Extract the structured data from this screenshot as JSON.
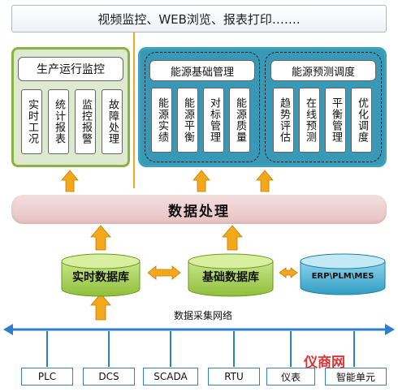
{
  "banner": {
    "text": "视频监控、WEB浏览、报表打印……."
  },
  "production": {
    "title": "生产运行监控",
    "items": [
      "实时工况",
      "统计报表",
      "监控报警",
      "故障处理"
    ]
  },
  "energy_base": {
    "title": "能源基础管理",
    "items": [
      "能源实绩",
      "能源平衡",
      "对标管理",
      "能源质量"
    ]
  },
  "energy_forecast": {
    "title": "能源预测调度",
    "items": [
      "趋势评估",
      "在线预测",
      "平衡管理",
      "优化调度"
    ]
  },
  "processing": {
    "label": "数据处理"
  },
  "databases": {
    "realtime": "实时数据库",
    "base": "基础数据库",
    "external": "ERP\\PLM\\MES"
  },
  "network": {
    "label": "数据采集网络"
  },
  "sources": [
    "PLC",
    "DCS",
    "SCADA",
    "RTU",
    "仪表",
    "智能单元"
  ],
  "watermark": {
    "text": "仪商网"
  },
  "colors": {
    "green_border": "#8ab442",
    "blue_panel": "#3a98b7",
    "arrow_orange": "#f3a81c",
    "db_green": "#a6d24e",
    "db_blue": "#2f9dc2",
    "network_blue": "#2f7ec8"
  }
}
